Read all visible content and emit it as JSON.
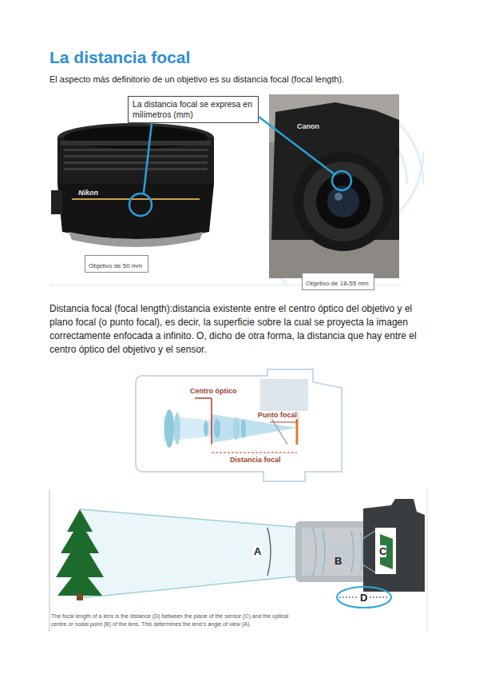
{
  "diagram": {
    "title": "La distancia focal",
    "nodes": [
      {
        "text": [
          "La distancia focal se expresa en milímetros (mm)"
        ]
      },
      {
        "text": [
          "Objetivo de 50 mm"
        ]
      },
      {
        "text": [
          "Objetivo de 18-55 mm"
        ]
      }
    ],
    "labels": [
      "El aspecto más definitorio de un objetivo es su distancia focal (focal length).",
      "Nikon",
      "Canon",
      "Distancia focal (focal length):distancia existente entre el centro óptico del objetivo y el plano focal (o punto focal), es decir, la superficie sobre la cual se proyecta la imagen correctamente enfocada a infinito. O, dicho de otra forma, la distancia que hay entre el centro óptico del objetivo y el sensor.",
      "Centro óptico",
      "Punto focal",
      "Distancia focal",
      "A",
      "B",
      "C",
      "D",
      "The focal length of a lens is the distance (D) between the plane of the sensor (C) and the optical centre or nodal point (B) of the lens. This determines the lens's angle of view (A)."
    ]
  }
}
